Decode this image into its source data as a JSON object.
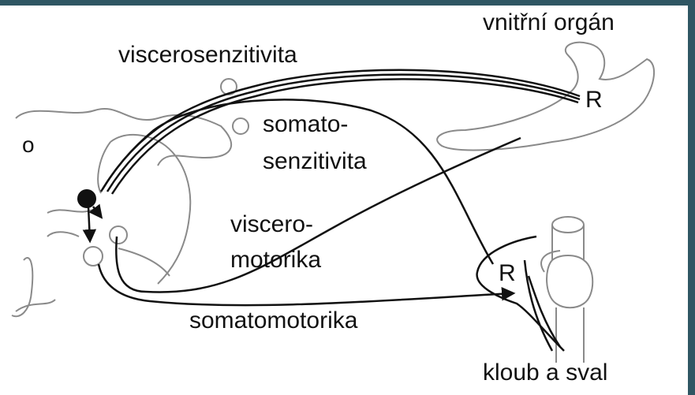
{
  "labels": {
    "organ": "vnitřní orgán",
    "viscerosensitivity": "viscerosenzitivita",
    "somatosensitivity_line1": "somato-",
    "somatosensitivity_line2": "senzitivita",
    "visceromotor_line1": "viscero-",
    "visceromotor_line2": "motorika",
    "somatomotor": "somatomotorika",
    "joint_muscle": "kloub a sval",
    "receptor_organ": "R",
    "receptor_joint": "R",
    "side_mark": "o"
  },
  "colors": {
    "line": "#111111",
    "outline": "#8a8a8a",
    "frame": "#2f5663"
  }
}
